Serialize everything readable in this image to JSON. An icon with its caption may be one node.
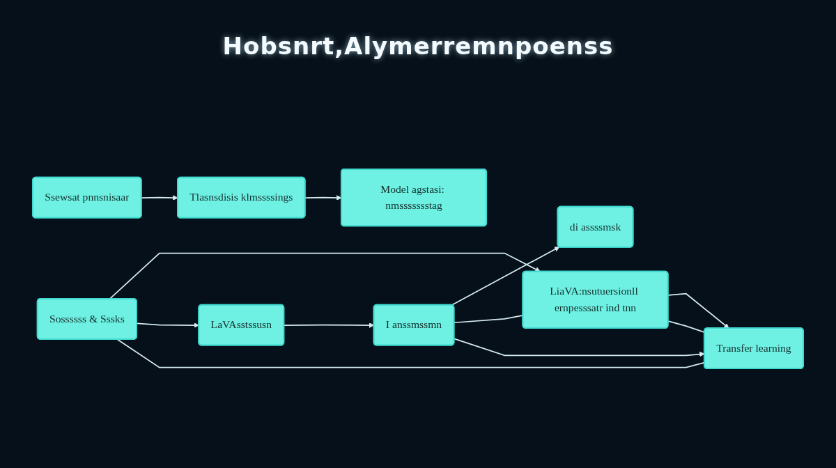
{
  "diagram": {
    "title": "Hobsnrt,Alymerremnpoenss",
    "nodes": [
      {
        "text": [
          "LaVAsstssusn"
        ]
      },
      {
        "text": [
          "I anssmssmn"
        ]
      },
      {
        "text": [
          "di assssmsk"
        ]
      },
      {
        "text": [
          "Sossssss & Sssks"
        ]
      },
      {
        "text": [
          "LiaVA:nsutuersionll ernpesssatr ind tnn"
        ]
      },
      {
        "text": [
          "Transfer learning"
        ]
      },
      {
        "text": [
          "Ssewsat pnnsnisaar"
        ]
      },
      {
        "text": [
          "Tlasnsdisis klmssssings"
        ]
      },
      {
        "text": [
          "Model agstasi: nmssssssstag"
        ]
      }
    ],
    "edges": [
      {
        "from": 0,
        "to": 1,
        "arrow": "to"
      },
      {
        "from": 1,
        "to": 2,
        "arrow": "to"
      },
      {
        "from": 3,
        "to": 4,
        "arrow": "to"
      },
      {
        "from": 4,
        "to": 5,
        "arrow": "to"
      },
      {
        "from": 6,
        "to": 7,
        "arrow": "to"
      },
      {
        "from": 7,
        "to": 8,
        "arrow": "to"
      },
      {
        "from": 3,
        "to": 0,
        "arrow": "to"
      },
      {
        "from": 1,
        "to": 4,
        "arrow": "none"
      },
      {
        "from": 1,
        "to": 5,
        "arrow": "to"
      },
      {
        "from": 3,
        "to": 5,
        "arrow": "none"
      },
      {
        "from": 4,
        "to": 5,
        "arrow": "none"
      }
    ]
  }
}
